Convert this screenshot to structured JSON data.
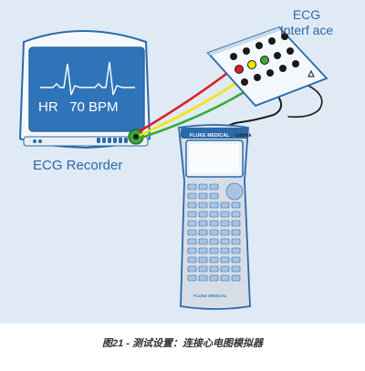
{
  "labels": {
    "ecg_interface_line1": "ECG",
    "ecg_interface_line2": "Interf ace",
    "ecg_recorder": "ECG Recorder",
    "hr_readout": "HR   70 BPM",
    "tester_brand": "FLUKE MEDICAL",
    "tester_model": "Lifelink",
    "keypad_brand": "FLUKE MEDICAL"
  },
  "caption": "图21 - 测试设置：连接心电图模拟器",
  "colors": {
    "background_panel": "#dfeaf5",
    "outline_blue": "#2a6aa8",
    "monitor_screen": "#2f74b8",
    "lead_red": "#d81f26",
    "lead_yellow": "#f2e600",
    "lead_green": "#3aa935",
    "lead_black": "#1a1a1a"
  }
}
